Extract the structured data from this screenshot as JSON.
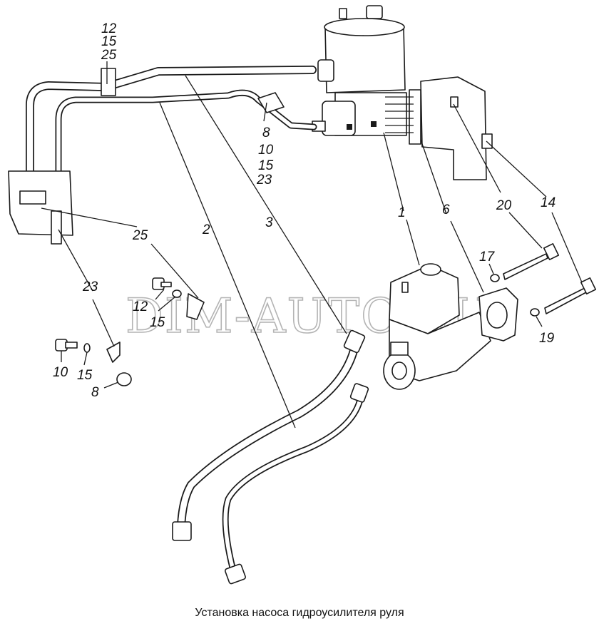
{
  "watermark": "DIM-AUTO.RU",
  "caption": "Установка насоса гидроусилителя руля",
  "callouts": {
    "c1": "1",
    "c2": "2",
    "c3": "3",
    "c6": "6",
    "c14": "14",
    "c17": "17",
    "c19": "19",
    "c20": "20",
    "c23": "23",
    "c25": "25",
    "top_group": [
      "12",
      "15",
      "25"
    ],
    "mid_group": [
      "8",
      "10",
      "15",
      "23"
    ],
    "loose_12": "12",
    "loose_15": "15",
    "loose_10": "10",
    "loose_15b": "15",
    "loose_8": "8"
  }
}
